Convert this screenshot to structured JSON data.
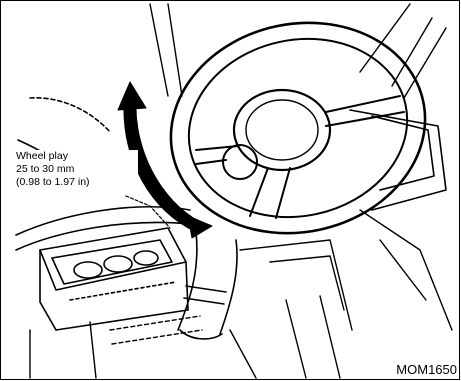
{
  "figure": {
    "callout_lines": [
      "Wheel play",
      "25 to 30 mm",
      "(0.98 to 1.97 in)"
    ],
    "figure_id": "MOM1650"
  },
  "colors": {
    "line": "#000000",
    "background": "#ffffff",
    "arrow": "#000000"
  }
}
